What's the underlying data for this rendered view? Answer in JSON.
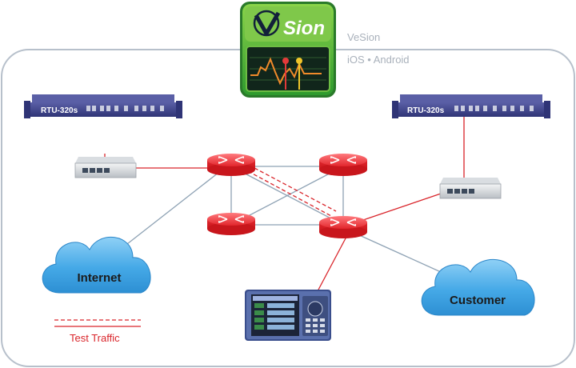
{
  "app": {
    "name": "VeSion",
    "platforms": "iOS • Android",
    "logo_text": "Sion"
  },
  "devices": {
    "rtu_left": "RTU-320s",
    "rtu_right": "RTU-320s"
  },
  "clouds": {
    "internet": "Internet",
    "customer": "Customer"
  },
  "legend": {
    "test_traffic": "Test Traffic"
  },
  "colors": {
    "test_traffic_line": "#d9242a",
    "network_link": "#8ea2b4",
    "router": "#e8383d",
    "cloud": "#3ea4e4",
    "rtu": "#3a3f86",
    "logo_green": "#3aa935"
  },
  "icons": [
    "router-icon",
    "switch-icon",
    "rtu-rack-icon",
    "cloud-icon",
    "test-instrument-icon",
    "vesion-logo-icon"
  ]
}
